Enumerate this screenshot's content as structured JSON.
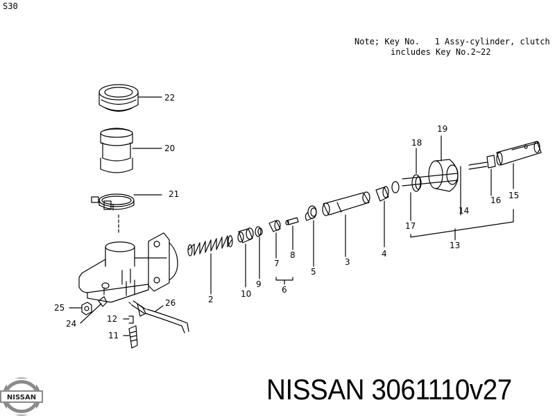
{
  "page_code": "S30",
  "note": {
    "line1": "Note; Key No.   1 Assy-cylinder, clutch",
    "line2": "includes Key No.2~22"
  },
  "callouts": {
    "n22": "22",
    "n20": "20",
    "n21": "21",
    "n19": "19",
    "n18": "18",
    "n17": "17",
    "n14": "14",
    "n16": "16",
    "n15": "15",
    "n13": "13",
    "n2": "2",
    "n10": "10",
    "n9": "9",
    "n7": "7",
    "n8": "8",
    "n6": "6",
    "n5": "5",
    "n3": "3",
    "n4": "4",
    "n25": "25",
    "n24": "24",
    "n12": "12",
    "n11": "11",
    "n26": "26"
  },
  "logo_text": "NISSAN",
  "part_number": "NISSAN 3061110v27"
}
